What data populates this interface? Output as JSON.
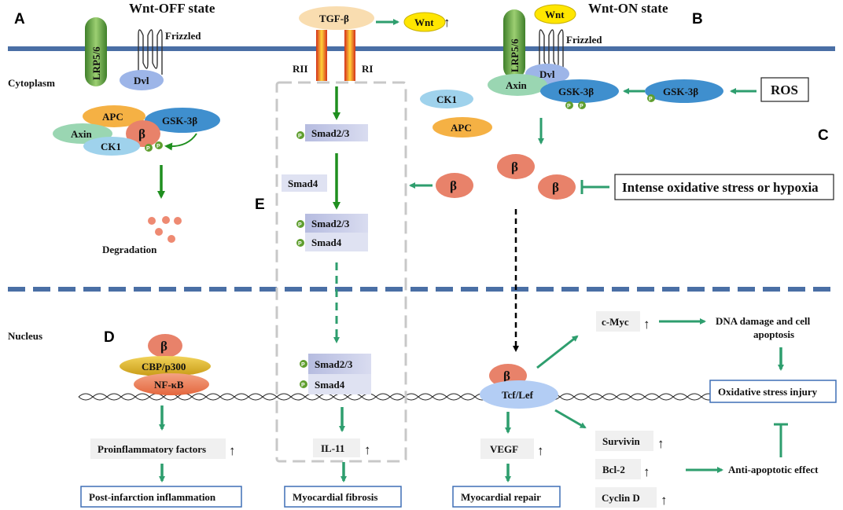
{
  "panels": {
    "a": "A",
    "b": "B",
    "c": "C",
    "d": "D",
    "e": "E"
  },
  "states": {
    "off": "Wnt-OFF state",
    "on": "Wnt-ON state"
  },
  "compartments": {
    "cytoplasm": "Cytoplasm",
    "nucleus": "Nucleus"
  },
  "receptors": {
    "lrp_off": "LRP5/6",
    "frizzled_off": "Frizzled",
    "dvl_off": "Dvl",
    "lrp_on": "LRP5/6",
    "frizzled_on": "Frizzled",
    "dvl_on": "Dvl",
    "wnt_on": "Wnt"
  },
  "destruction": {
    "apc": "APC",
    "axin": "Axin",
    "beta": "β",
    "gsk": "GSK-3β",
    "ck1": "CK1",
    "p": "P"
  },
  "degradation": "Degradation",
  "tgf": {
    "ligand": "TGF-β",
    "wnt": "Wnt",
    "rii": "RII",
    "ri": "RI"
  },
  "smad": {
    "s23_a": "Smad2/3",
    "smad4_free": "Smad4",
    "s23_b": "Smad2/3",
    "s4_b": "Smad4",
    "s23_c": "Smad2/3",
    "s4_c": "Smad4"
  },
  "il11": "IL-11",
  "fibrosis": "Myocardial fibrosis",
  "on_complex": {
    "axin": "Axin",
    "gsk": "GSK-3β",
    "gsk_free": "GSK-3β",
    "ck1": "CK1",
    "apc": "APC"
  },
  "ros": "ROS",
  "beta": {
    "b1": "β",
    "b2": "β",
    "b3": "β",
    "nuc": "β",
    "d": "β"
  },
  "stress": "Intense oxidative stress or hypoxia",
  "nfkb": {
    "cbp": "CBP/p300",
    "nfkb": "NF-κB"
  },
  "inflammation": {
    "factors": "Proinflammatory factors",
    "outcome": "Post-infarction inflammation"
  },
  "tcf": "Tcf/Lef",
  "vegf": "VEGF",
  "repair": "Myocardial repair",
  "myc": "c-Myc",
  "dna_damage": "DNA damage and cell apoptosis",
  "oxidative_injury": "Oxidative stress injury",
  "survivin": "Survivin",
  "bcl2": "Bcl-2",
  "cyclin": "Cyclin D",
  "anti_apoptotic": "Anti-apoptotic effect",
  "up_arrow": "↑",
  "colors": {
    "membrane": "#4a6fa5",
    "green_arrow": "#2e9e6e",
    "dark_green": "#1f8f1f",
    "beta": "#e8826a",
    "p_circle": "#5f9e2f",
    "smad": "#c9cde8"
  }
}
